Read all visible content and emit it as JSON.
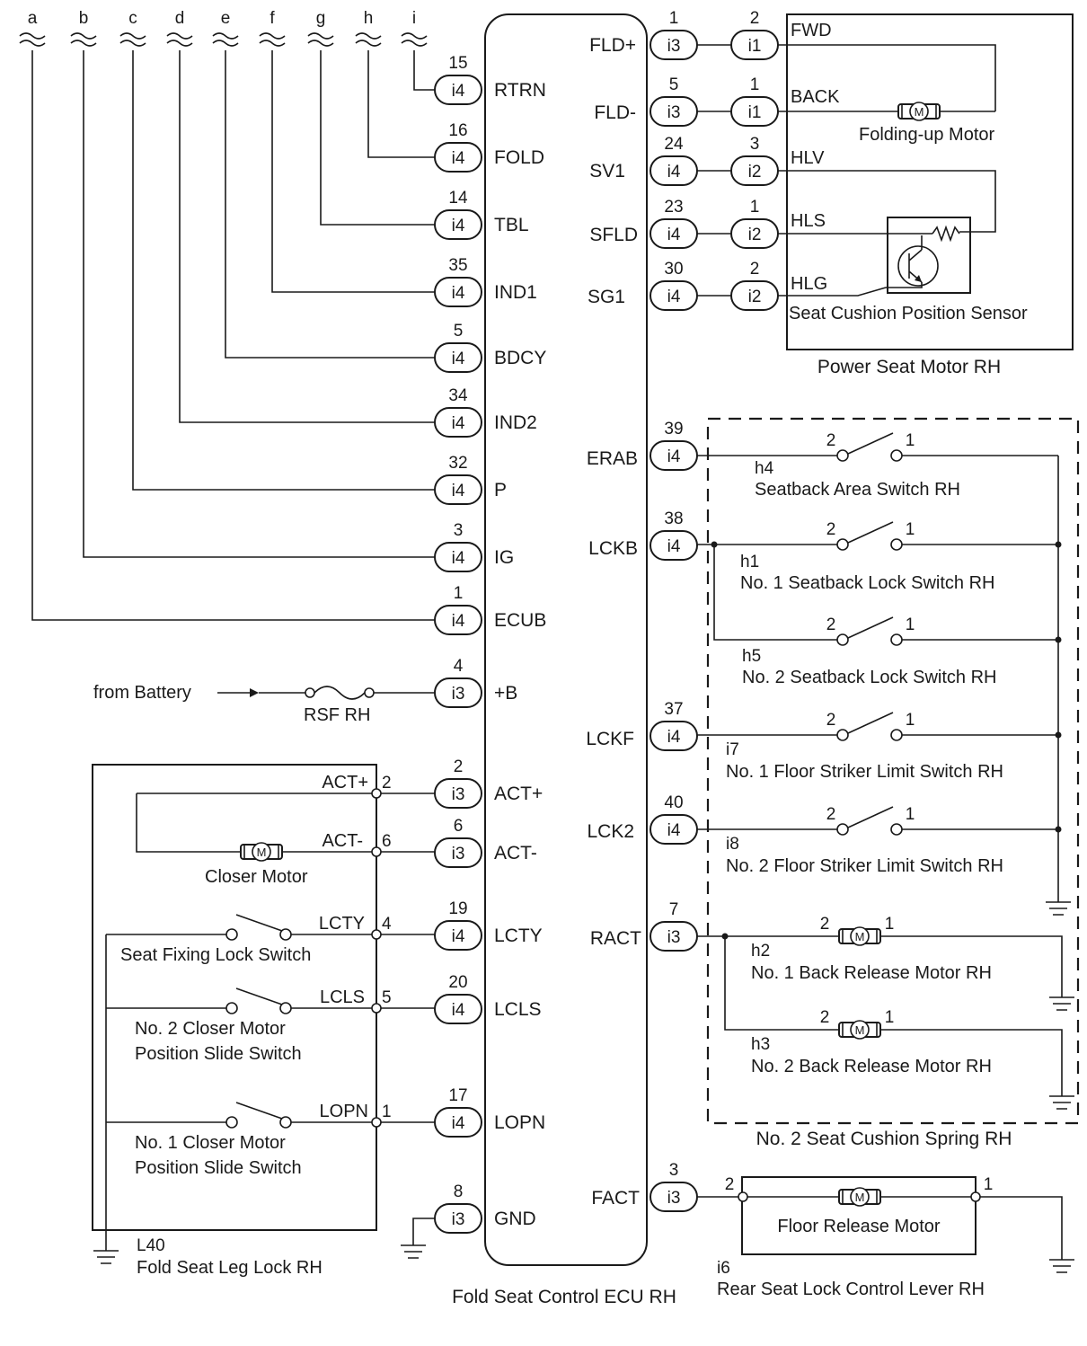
{
  "top_letters": [
    "a",
    "b",
    "c",
    "d",
    "e",
    "f",
    "g",
    "h",
    "i"
  ],
  "ecu": {
    "name": "Fold Seat Control ECU RH",
    "left_pins": [
      {
        "term": "RTRN",
        "conn": "i4",
        "pin": "15",
        "from": "i"
      },
      {
        "term": "FOLD",
        "conn": "i4",
        "pin": "16",
        "from": "h"
      },
      {
        "term": "TBL",
        "conn": "i4",
        "pin": "14",
        "from": "g"
      },
      {
        "term": "IND1",
        "conn": "i4",
        "pin": "35",
        "from": "f"
      },
      {
        "term": "BDCY",
        "conn": "i4",
        "pin": "5",
        "from": "e"
      },
      {
        "term": "IND2",
        "conn": "i4",
        "pin": "34",
        "from": "d"
      },
      {
        "term": "P",
        "conn": "i4",
        "pin": "32",
        "from": "c"
      },
      {
        "term": "IG",
        "conn": "i4",
        "pin": "3",
        "from": "b"
      },
      {
        "term": "ECUB",
        "conn": "i4",
        "pin": "1",
        "from": "a"
      },
      {
        "term": "+B",
        "conn": "i3",
        "pin": "4"
      },
      {
        "term": "ACT+",
        "conn": "i3",
        "pin": "2"
      },
      {
        "term": "ACT-",
        "conn": "i3",
        "pin": "6"
      },
      {
        "term": "LCTY",
        "conn": "i4",
        "pin": "19"
      },
      {
        "term": "LCLS",
        "conn": "i4",
        "pin": "20"
      },
      {
        "term": "LOPN",
        "conn": "i4",
        "pin": "17"
      },
      {
        "term": "GND",
        "conn": "i3",
        "pin": "8"
      }
    ],
    "right_pins": [
      {
        "term": "FLD+",
        "conn": "i3",
        "pin": "1"
      },
      {
        "term": "FLD-",
        "conn": "i3",
        "pin": "5"
      },
      {
        "term": "SV1",
        "conn": "i4",
        "pin": "24"
      },
      {
        "term": "SFLD",
        "conn": "i4",
        "pin": "23"
      },
      {
        "term": "SG1",
        "conn": "i4",
        "pin": "30"
      },
      {
        "term": "ERAB",
        "conn": "i4",
        "pin": "39"
      },
      {
        "term": "LCKB",
        "conn": "i4",
        "pin": "38"
      },
      {
        "term": "LCKF",
        "conn": "i4",
        "pin": "37"
      },
      {
        "term": "LCK2",
        "conn": "i4",
        "pin": "40"
      },
      {
        "term": "RACT",
        "conn": "i3",
        "pin": "7"
      },
      {
        "term": "FACT",
        "conn": "i3",
        "pin": "3"
      }
    ]
  },
  "battery": {
    "label": "from Battery",
    "fuse": "RSF RH"
  },
  "power_seat_motor": {
    "name": "Power Seat Motor RH",
    "pins": [
      {
        "conn": "i1",
        "pin": "2",
        "term": "FWD"
      },
      {
        "conn": "i1",
        "pin": "1",
        "term": "BACK"
      },
      {
        "conn": "i2",
        "pin": "3",
        "term": "HLV"
      },
      {
        "conn": "i2",
        "pin": "1",
        "term": "HLS"
      },
      {
        "conn": "i2",
        "pin": "2",
        "term": "HLG"
      }
    ],
    "motor_label": "Folding-up Motor",
    "sensor_label": "Seat Cushion Position Sensor",
    "motor_symbol": "M"
  },
  "seat_cushion_spring": {
    "name": "No. 2 Seat Cushion Spring RH",
    "switches": [
      {
        "code": "h4",
        "name": "Seatback Area Switch RH",
        "pin_a": "2",
        "pin_b": "1"
      },
      {
        "code": "h1",
        "name": "No. 1 Seatback Lock Switch RH",
        "pin_a": "2",
        "pin_b": "1"
      },
      {
        "code": "h5",
        "name": "No. 2 Seatback Lock Switch RH",
        "pin_a": "2",
        "pin_b": "1"
      },
      {
        "code": "i7",
        "name": "No. 1 Floor Striker Limit Switch RH",
        "pin_a": "2",
        "pin_b": "1"
      },
      {
        "code": "i8",
        "name": "No. 2 Floor Striker Limit Switch RH",
        "pin_a": "2",
        "pin_b": "1"
      }
    ],
    "motors": [
      {
        "code": "h2",
        "name": "No. 1 Back Release Motor RH",
        "pin_a": "2",
        "pin_b": "1"
      },
      {
        "code": "h3",
        "name": "No. 2 Back Release Motor RH",
        "pin_a": "2",
        "pin_b": "1"
      }
    ]
  },
  "fold_seat_leg_lock": {
    "code": "L40",
    "name": "Fold Seat Leg Lock RH",
    "pins": [
      {
        "term": "ACT+",
        "pin": "2"
      },
      {
        "term": "ACT-",
        "pin": "6"
      },
      {
        "term": "LCTY",
        "pin": "4"
      },
      {
        "term": "LCLS",
        "pin": "5"
      },
      {
        "term": "LOPN",
        "pin": "1"
      }
    ],
    "closer_motor": "Closer Motor",
    "seat_fixing_switch": "Seat Fixing Lock Switch",
    "no2_slide_switch": [
      "No. 2 Closer Motor",
      "Position Slide Switch"
    ],
    "no1_slide_switch": [
      "No. 1 Closer Motor",
      "Position Slide Switch"
    ]
  },
  "rear_seat_lever": {
    "code": "i6",
    "name": "Rear Seat Lock Control Lever RH",
    "motor": "Floor Release Motor",
    "pin_a": "2",
    "pin_b": "1"
  }
}
